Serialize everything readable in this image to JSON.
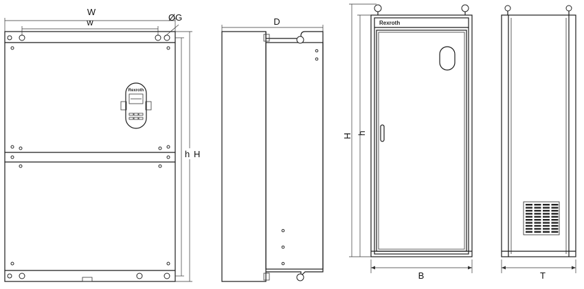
{
  "labels": {
    "W": "W",
    "w": "w",
    "G": "ØG",
    "D": "D",
    "h_front": "h",
    "H_front": "H",
    "H_cab": "H",
    "h_cab": "h",
    "B": "B",
    "T": "T"
  },
  "brand": {
    "keypad": "Rexroth",
    "cabinet": "Rexroth"
  }
}
